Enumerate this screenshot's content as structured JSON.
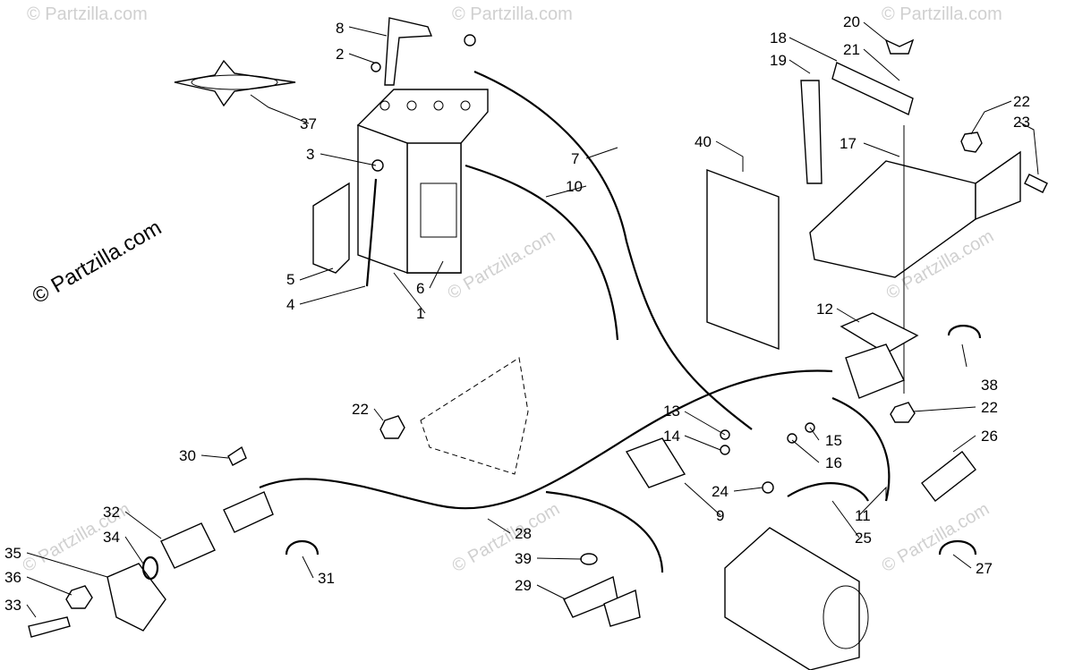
{
  "watermark": {
    "main": "© Partzilla.com",
    "faint": "© Partzilla.com"
  },
  "callouts": {
    "c1": "1",
    "c2": "2",
    "c3": "3",
    "c4": "4",
    "c5": "5",
    "c6": "6",
    "c7": "7",
    "c8": "8",
    "c9": "9",
    "c10": "10",
    "c11": "11",
    "c12": "12",
    "c13": "13",
    "c14": "14",
    "c15": "15",
    "c16": "16",
    "c17": "17",
    "c18": "18",
    "c19": "19",
    "c20": "20",
    "c21": "21",
    "c22a": "22",
    "c22b": "22",
    "c22c": "22",
    "c23": "23",
    "c24": "24",
    "c25": "25",
    "c26": "26",
    "c27": "27",
    "c28": "28",
    "c29": "29",
    "c30": "30",
    "c31": "31",
    "c32": "32",
    "c33": "33",
    "c34": "34",
    "c35": "35",
    "c36": "36",
    "c37": "37",
    "c38": "38",
    "c39": "39",
    "c40": "40"
  }
}
